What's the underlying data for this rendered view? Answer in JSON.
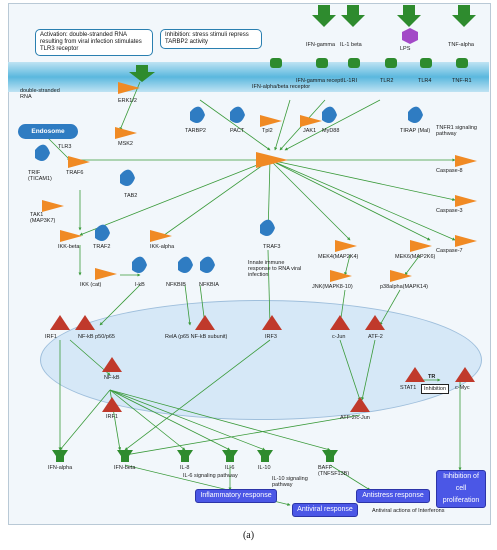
{
  "callouts": {
    "activation": "Activation: double-stranded RNA resulting from viral infection stimulates TLR3 receptor",
    "inhibition": "Inhibition: stress stimuli repress TARBP2 activity"
  },
  "compartments": {
    "endosome": "Endosome"
  },
  "ligands": [
    "IFN-gamma",
    "IL-1 beta",
    "LPS",
    "TNF-alpha"
  ],
  "receptors": [
    "IFN-alpha/beta receptor",
    "IFN-gamma recept",
    "IL-1RI",
    "TLR2",
    "TLR4",
    "TNF-R1"
  ],
  "labels": {
    "dsrna": "double-stranded RNA",
    "tlr3": "TLR3",
    "erk": "ERK1/2",
    "msk2": "MSK2",
    "tarbp2": "TARBP2",
    "pact": "PACT",
    "tpl2": "Tpl2",
    "jak1": "JAK1",
    "myd88": "MyD88",
    "tirap": "TIRAP (Mal)",
    "trif": "TRIF (TICAM1)",
    "traf6": "TRAF6",
    "tab2": "TAB2",
    "tak1": "TAK1 (MAP3K7)",
    "ikkbeta": "IKK-beta",
    "traf2": "TRAF2",
    "ikkalpha": "IKK-alpha",
    "ikkcat": "IKK (cat)",
    "ikb": "I-kB",
    "nfkbib": "NFKBIB",
    "nfkbia": "NFKBIA",
    "traf3": "TRAF3",
    "innate": "Innate immune response to RNA viral infection",
    "tnfr1path": "TNFR1 signaling pathway",
    "casp8": "Caspase-8",
    "casp3": "Caspase-3",
    "casp7": "Caspase-7",
    "mek4": "MEK4(MAP2K4)",
    "mek6": "MEK6(MAP2K6)",
    "jnk": "JNK(MAPK8-10)",
    "p38": "p38alpha(MAPK14)",
    "irf1": "IRF1",
    "nfkbp50": "NF-kB p50/p65",
    "rela": "RelA (p65 NF-kB subunit)",
    "irf3": "IRF3",
    "cjun": "c-Jun",
    "atf2": "ATF-2",
    "nfkb": "NF-kB",
    "irf1b": "IRF1",
    "stat1": "STAT1",
    "cmyc": "c-Myc",
    "atf2cjun": "ATF-2/c-Jun",
    "inhibition": "Inhibition",
    "tr": "TR",
    "ifna": "IFN-alpha",
    "ifnb": "IFN-beta",
    "il8": "IL-8",
    "il6": "IL-6",
    "il10": "IL-10",
    "il6path": "IL-6 signaling pathway",
    "il10path": "IL-10 signaling pathway",
    "baff": "BAFF (TNFSF13B)",
    "antiviralIfn": "Antiviral actions of Interferons"
  },
  "outputs": {
    "inflammatory": "Inflammatory response",
    "antistress": "Antistress response",
    "antiviral": "Antiviral response",
    "proliferation": "Inhibition of cell proliferation"
  },
  "figure_label": "(a)",
  "colors": {
    "membrane": "#5bb8de",
    "protein_blue": "#2f7cc2",
    "kinase_orange": "#f08a24",
    "tf_red": "#c0392b",
    "ligand_green": "#2e8b2e",
    "activation_edge": "#3a9a3a",
    "output_box": "#4b57e6"
  }
}
